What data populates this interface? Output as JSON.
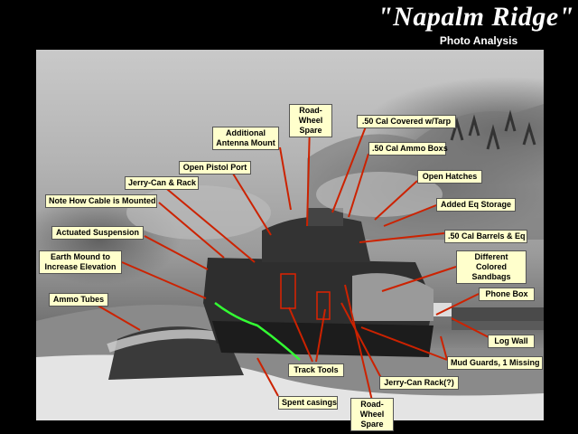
{
  "header": {
    "title": "\"Napalm Ridge\"",
    "subtitle": "Photo Analysis"
  },
  "labels": {
    "road_wheel_spare_top": "Road-Wheel Spare",
    "cal50_covered": ".50 Cal Covered w/Tarp",
    "additional_antenna": "Additional Antenna Mount",
    "cal50_ammo_boxs": ".50 Cal Ammo Boxs",
    "open_pistol_port": "Open Pistol Port",
    "open_hatches": "Open Hatches",
    "jerry_can_rack": "Jerry-Can & Rack",
    "added_eq_storage": "Added Eq Storage",
    "note_cable": "Note How Cable is Mounted",
    "actuated_suspension": "Actuated Suspension",
    "cal50_barrels": ".50 Cal Barrels & Eq",
    "earth_mound": "Earth Mound to Increase Elevation",
    "different_sandbags": "Different Colored Sandbags",
    "ammo_tubes": "Ammo Tubes",
    "phone_box": "Phone Box",
    "log_wall": "Log Wall",
    "mud_guards": "Mud Guards, 1 Missing",
    "track_tools": "Track Tools",
    "jerry_can_rack_q": "Jerry-Can Rack(?)",
    "spent_casings": "Spent casings",
    "road_wheel_spare_bottom": "Road-Wheel Spare"
  },
  "colors": {
    "label_bg": "#ffffcc",
    "leader_line": "#cc2200",
    "highlight_box": "#dd2200",
    "earth_line": "#33ff33"
  }
}
